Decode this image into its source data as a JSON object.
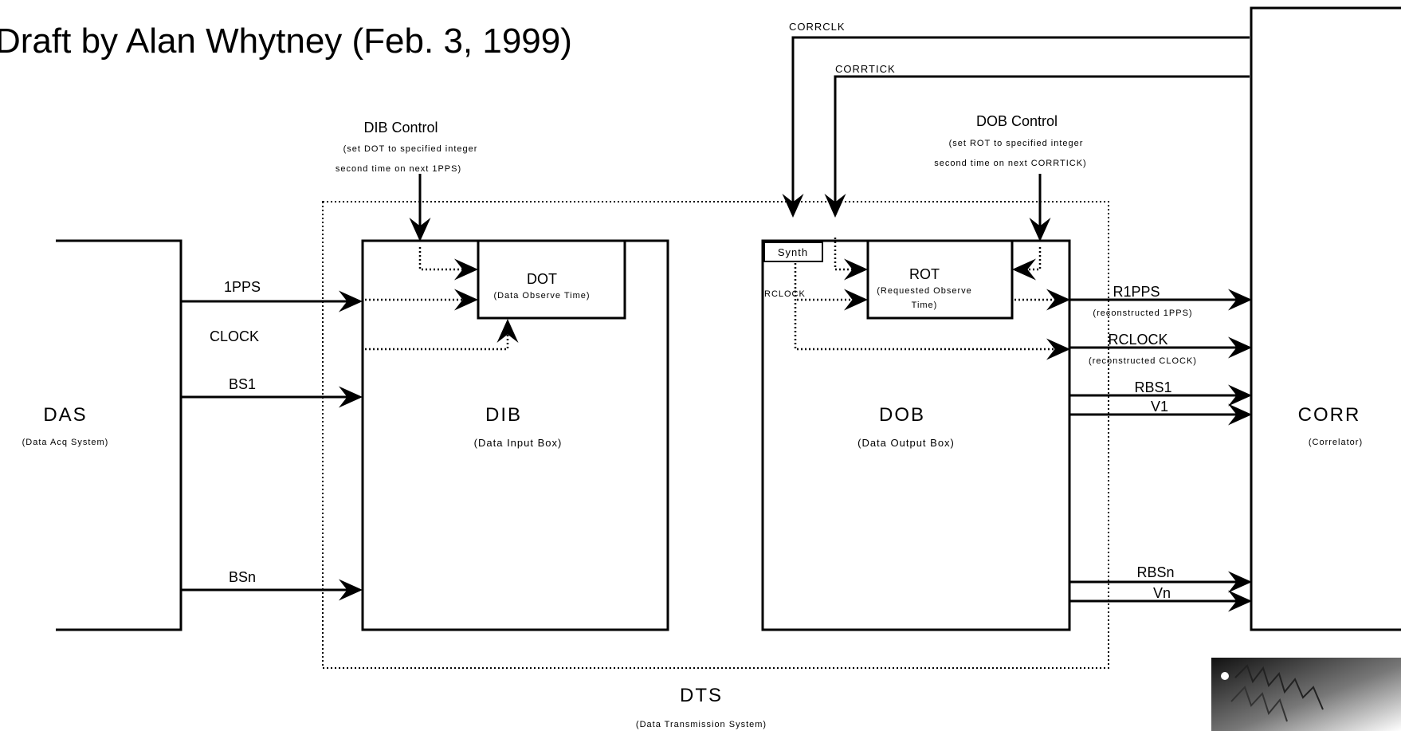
{
  "title": "Draft by Alan Whytney (Feb. 3, 1999)",
  "blocks": {
    "das": {
      "name": "DAS",
      "desc": "(Data Acq System)"
    },
    "dib": {
      "name": "DIB",
      "desc": "(Data Input Box)"
    },
    "dob": {
      "name": "DOB",
      "desc": "(Data Output Box)"
    },
    "corr": {
      "name": "CORR",
      "desc": "(Correlator)"
    },
    "dot": {
      "name": "DOT",
      "desc": "(Data Observe Time)"
    },
    "rot": {
      "name": "ROT",
      "desc1": "(Requested Observe",
      "desc2": "Time)"
    },
    "synth": {
      "name": "Synth"
    },
    "dts": {
      "name": "DTS",
      "desc": "(Data Transmission System)"
    }
  },
  "controls": {
    "dib": {
      "title": "DIB Control",
      "line1": "(set DOT to specified integer",
      "line2": "second time on next 1PPS)"
    },
    "dob": {
      "title": "DOB Control",
      "line1": "(set ROT to specified integer",
      "line2": "second time on next CORRTICK)"
    }
  },
  "signals": {
    "pps": "1PPS",
    "clock": "CLOCK",
    "bs1": "BS1",
    "bsn": "BSn",
    "corrclk": "CORRCLK",
    "corrtick": "CORRTICK",
    "rclock_in": "RCLOCK",
    "r1pps": "R1PPS",
    "r1pps_desc": "(reconstructed 1PPS)",
    "rclock": "RCLOCK",
    "rclock_desc": "(reconstructed CLOCK)",
    "rbs1": "RBS1",
    "v1": "V1",
    "rbsn": "RBSn",
    "vn": "Vn"
  }
}
